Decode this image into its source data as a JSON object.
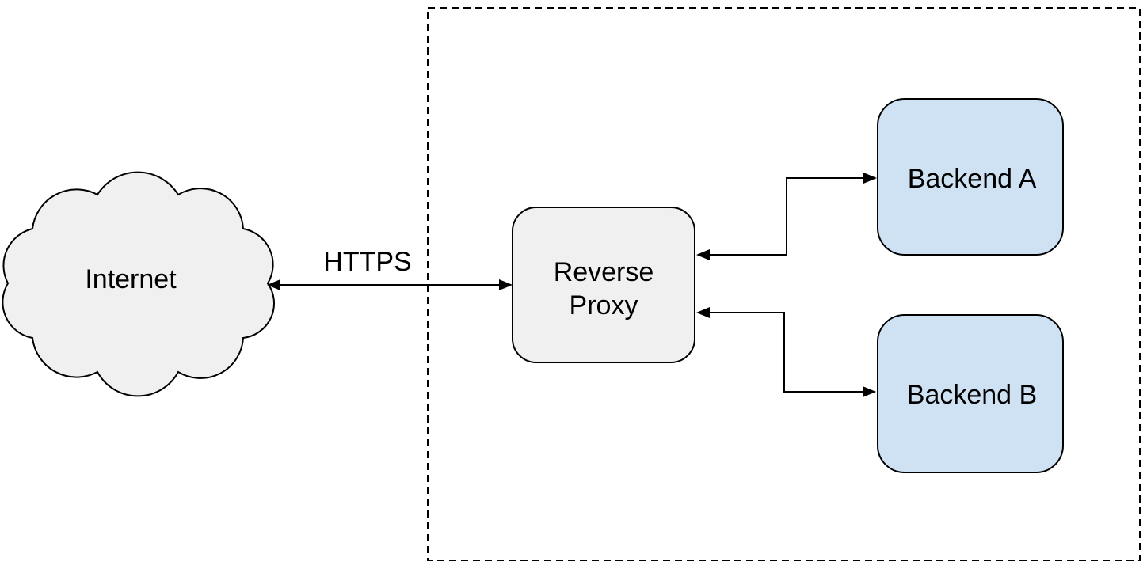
{
  "diagram": {
    "type": "network-architecture",
    "background": "#ffffff",
    "stroke_color": "#000000",
    "boundary": {
      "style": "dashed",
      "color": "#000000"
    },
    "nodes": {
      "internet": {
        "label": "Internet",
        "shape": "cloud",
        "fill": "#f0f0f0"
      },
      "reverse_proxy": {
        "label": "Reverse Proxy",
        "lines": [
          "Reverse",
          "Proxy"
        ],
        "shape": "rounded-rectangle",
        "fill": "#f0f0f0"
      },
      "backend_a": {
        "label": "Backend A",
        "shape": "rounded-rectangle",
        "fill": "#cfe2f3"
      },
      "backend_b": {
        "label": "Backend B",
        "shape": "rounded-rectangle",
        "fill": "#cfe2f3"
      }
    },
    "edges": [
      {
        "from": "internet",
        "to": "reverse_proxy",
        "label": "HTTPS",
        "direction": "bidirectional"
      },
      {
        "from": "reverse_proxy",
        "to": "backend_a",
        "label": "",
        "direction": "bidirectional"
      },
      {
        "from": "reverse_proxy",
        "to": "backend_b",
        "label": "",
        "direction": "bidirectional"
      }
    ]
  }
}
